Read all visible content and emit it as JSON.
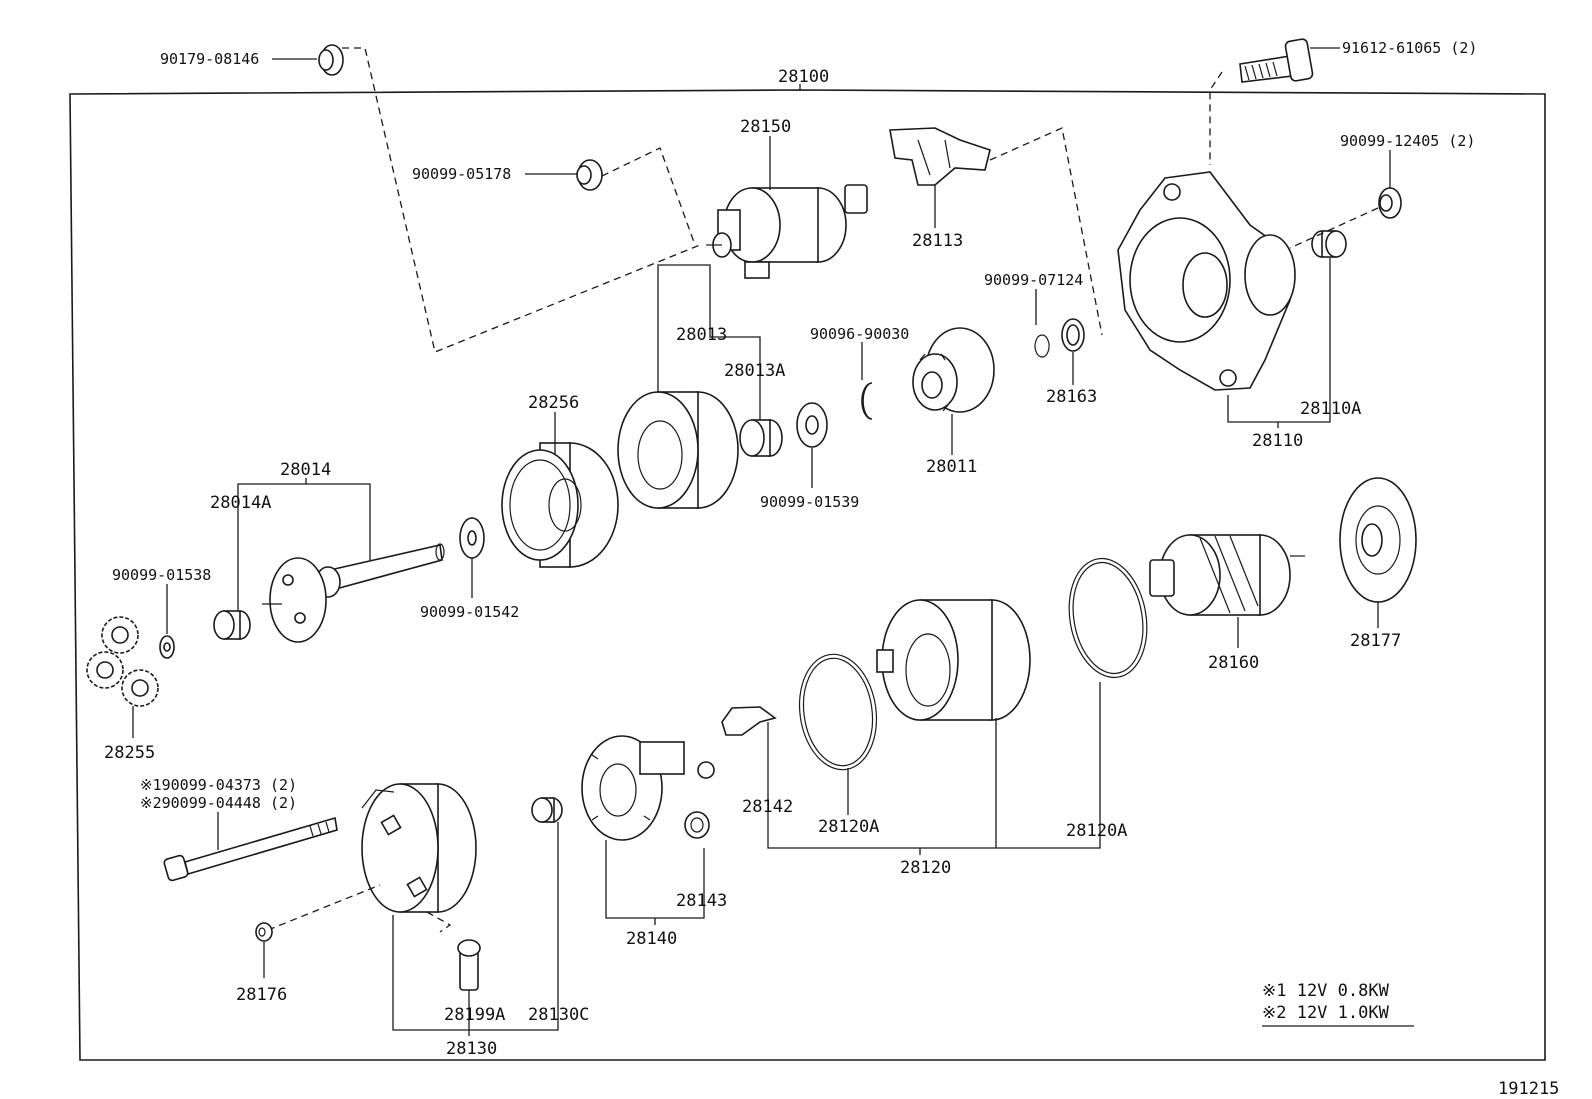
{
  "diagram": {
    "assembly_number": "28100",
    "figure_code": "191215",
    "notes": {
      "note1": "※1 12V 0.8KW",
      "note2": "※2 12V 1.0KW"
    },
    "labels": {
      "p90179_08146": "90179-08146",
      "p91612_61065": "91612-61065 (2)",
      "p28150": "28150",
      "p90099_05178": "90099-05178",
      "p28113": "28113",
      "p90099_12405": "90099-12405 (2)",
      "p90099_07124": "90099-07124",
      "p28013": "28013",
      "p28013A": "28013A",
      "p90096_90030": "90096-90030",
      "p28163": "28163",
      "p28110A": "28110A",
      "p28110": "28110",
      "p28256": "28256",
      "p28011": "28011",
      "p90099_01539": "90099-01539",
      "p28014": "28014",
      "p28014A": "28014A",
      "p90099_01538": "90099-01538",
      "p90099_01542": "90099-01542",
      "p28177": "28177",
      "p28160": "28160",
      "p28255": "28255",
      "p90099_04373": "※190099-04373 (2)",
      "p90099_04448": "※290099-04448 (2)",
      "p28142": "28142",
      "p28120A_1": "28120A",
      "p28120A_2": "28120A",
      "p28120": "28120",
      "p28143": "28143",
      "p28140": "28140",
      "p28176": "28176",
      "p28199A": "28199A",
      "p28130C": "28130C",
      "p28130": "28130"
    }
  }
}
